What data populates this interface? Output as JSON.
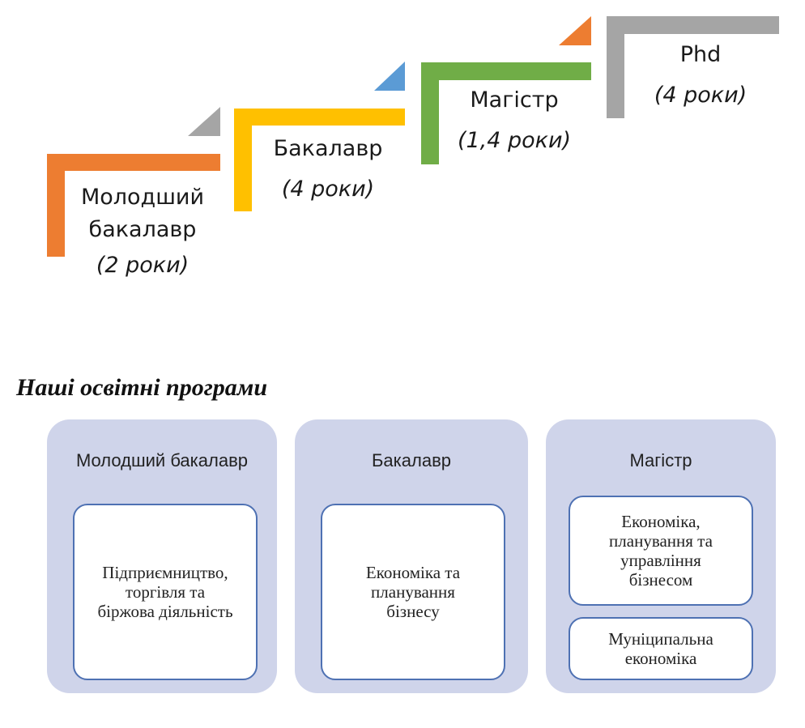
{
  "steps": [
    {
      "name": "Молодший\nбакалавр",
      "duration": "(2 роки)",
      "color": "#ed7d31",
      "marker_color": "#a5a5a5"
    },
    {
      "name": "Бакалавр",
      "duration": "(4 роки)",
      "color": "#ffc000",
      "marker_color": "#5b9bd5"
    },
    {
      "name": "Магістр",
      "duration": "(1,4 роки)",
      "color": "#70ad47",
      "marker_color": "#ed7d31"
    },
    {
      "name": "Phd",
      "duration": "(4 роки)",
      "color": "#a5a5a5",
      "marker_color": null
    }
  ],
  "programs_title": "Наші освітні програми",
  "programs": [
    {
      "header": "Молодший бакалавр",
      "items": [
        "Підприємництво,\nторгівля та\nбіржова діяльність"
      ]
    },
    {
      "header": "Бакалавр",
      "items": [
        "Економіка та\nпланування\nбізнесу"
      ]
    },
    {
      "header": "Магістр",
      "items": [
        "Економіка,\nпланування та\nуправління\nбізнесом",
        "Муніципальна\nекономіка"
      ]
    }
  ],
  "colors": {
    "column_bg": "#cfd4ea",
    "card_border": "#4e71b3"
  }
}
